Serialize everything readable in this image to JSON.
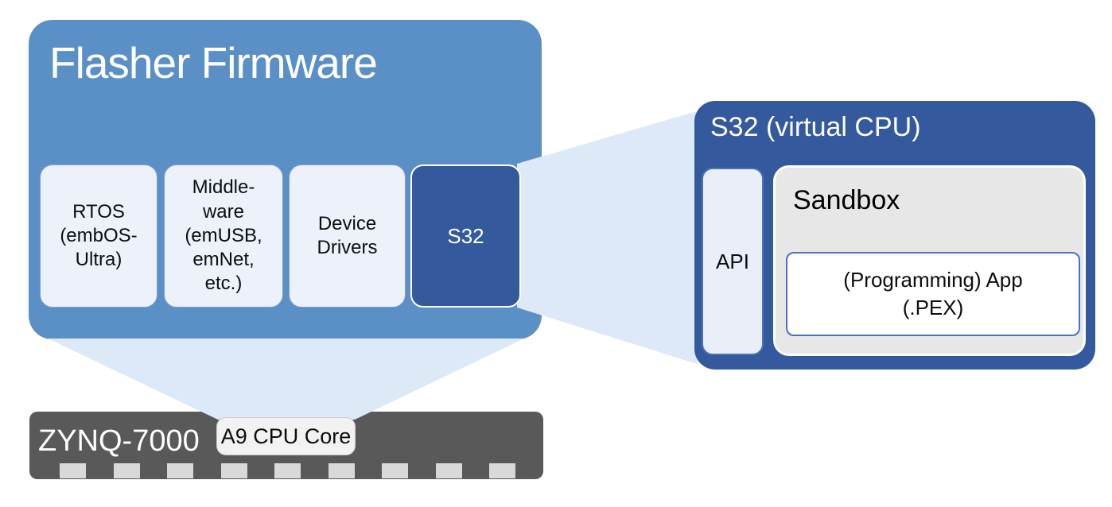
{
  "colors": {
    "panel_blue": "#5b90c7",
    "dark_blue": "#345a9d",
    "light_box_fill": "#edf2fa",
    "light_box_border": "#7e9cd0",
    "beam_blue": "#dde9f6",
    "sandbox_gray": "#e7e7e7",
    "app_border_blue": "#4472c4",
    "chip_gray": "#595959",
    "pin_gray": "#d9d9d9"
  },
  "flasher": {
    "title": "Flasher Firmware",
    "components": [
      {
        "label": "RTOS\n(embOS-\nUltra)"
      },
      {
        "label": "Middle-\nware\n(emUSB,\nemNet,\netc.)"
      },
      {
        "label": "Device\nDrivers"
      },
      {
        "label": "S32"
      }
    ]
  },
  "vcpu": {
    "title": "S32 (virtual CPU)",
    "api_label": "API",
    "sandbox": {
      "title": "Sandbox",
      "app_label": "(Programming) App\n(.PEX)"
    }
  },
  "chip": {
    "name": "ZYNQ-7000",
    "core_label": "A9 CPU Core",
    "pin_count": 9
  }
}
